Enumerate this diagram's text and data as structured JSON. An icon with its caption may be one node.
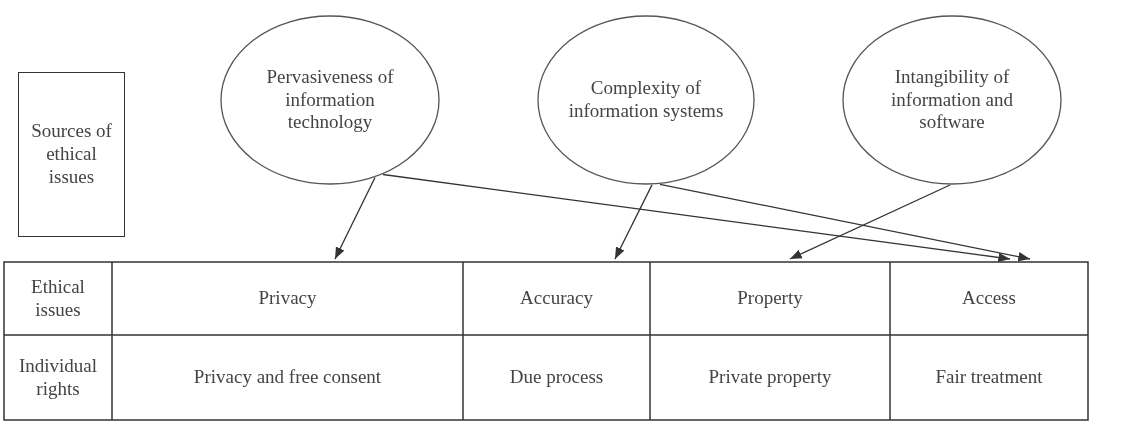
{
  "diagram": {
    "nodes": [
      {
        "text": [
          "Sources of ethical issues"
        ]
      },
      {
        "text": [
          "Pervasiveness of information technology"
        ]
      },
      {
        "text": [
          "Complexity of information systems"
        ]
      },
      {
        "text": [
          "Intangibility of information and software"
        ]
      },
      {
        "text": [
          "Privacy"
        ]
      },
      {
        "text": [
          "Accuracy"
        ]
      },
      {
        "text": [
          "Property"
        ]
      },
      {
        "text": [
          "Access"
        ]
      }
    ],
    "edges": [
      {
        "from": 1,
        "to": 4,
        "arrow": "to"
      },
      {
        "from": 1,
        "to": 7,
        "arrow": "to"
      },
      {
        "from": 2,
        "to": 5,
        "arrow": "to"
      },
      {
        "from": 2,
        "to": 7,
        "arrow": "to"
      },
      {
        "from": 3,
        "to": 6,
        "arrow": "to"
      }
    ],
    "labels": [
      "Ethical issues",
      "Individual rights",
      "Privacy and free consent",
      "Due process",
      "Private property",
      "Fair treatment"
    ]
  }
}
